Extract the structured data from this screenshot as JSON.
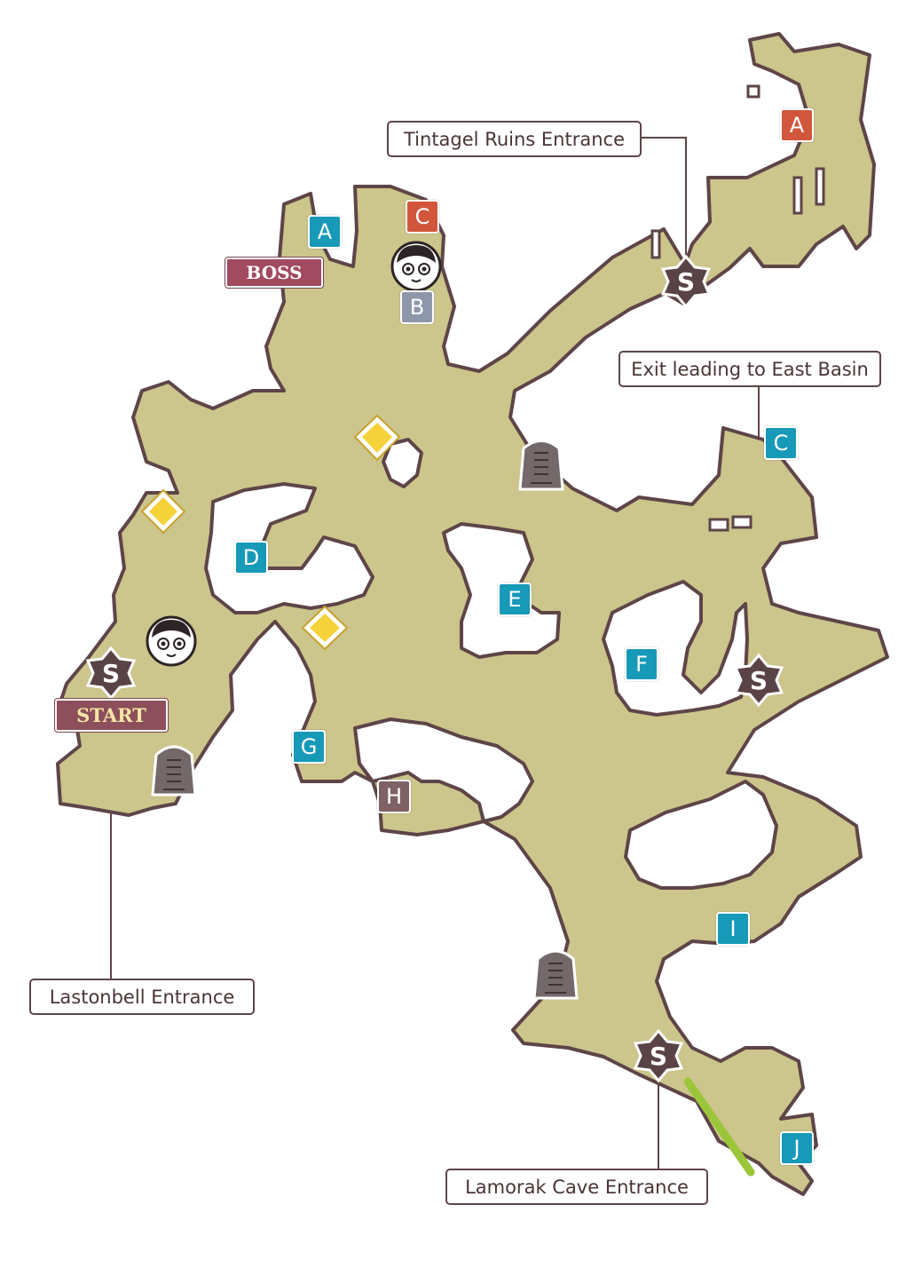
{
  "colors": {
    "land": "#ccc58c",
    "outline": "#5e4547",
    "label_teal": "#1799b8",
    "label_red": "#d2563c",
    "label_slate": "#8e97aa",
    "label_brown": "#7e6265",
    "banner": "#8c4f5b",
    "start_text": "#f4e6a4",
    "route_green": "#9bc63a",
    "sparkle": "#f6d23a"
  },
  "callouts": {
    "tintagel": "Tintagel Ruins Entrance",
    "east_basin": "Exit leading to East Basin",
    "lastonbell": "Lastonbell Entrance",
    "lamorak": "Lamorak Cave Entrance"
  },
  "banners": {
    "boss": "BOSS",
    "start": "START"
  },
  "labels": {
    "teal_a": "A",
    "teal_c": "C",
    "teal_d": "D",
    "teal_e": "E",
    "teal_f": "F",
    "teal_g": "G",
    "teal_i": "I",
    "teal_j": "J",
    "red_a": "A",
    "red_c": "C",
    "slate_b": "B",
    "brown_h": "H"
  },
  "icons": [
    "save-point-icon",
    "npc-face-icon",
    "gravestone-icon",
    "sparkle-icon"
  ]
}
